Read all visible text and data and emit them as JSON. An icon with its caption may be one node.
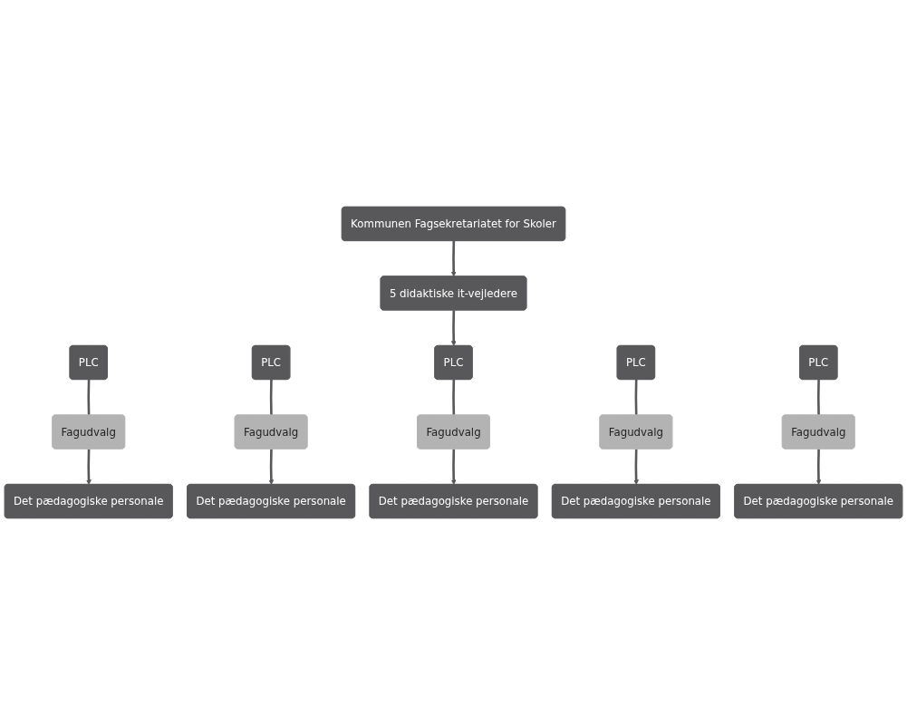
{
  "diagram": {
    "nodes": [
      {
        "text": [
          "Kommunen Fagsekretariatet for Skoler"
        ]
      },
      {
        "text": [
          "5 didaktiske it-vejledere"
        ]
      },
      {
        "text": [
          "PLC"
        ]
      },
      {
        "text": [
          "PLC"
        ]
      },
      {
        "text": [
          "PLC"
        ]
      },
      {
        "text": [
          "PLC"
        ]
      },
      {
        "text": [
          "PLC"
        ]
      },
      {
        "text": [
          "Fagudvalg"
        ]
      },
      {
        "text": [
          "Fagudvalg"
        ]
      },
      {
        "text": [
          "Fagudvalg"
        ]
      },
      {
        "text": [
          "Fagudvalg"
        ]
      },
      {
        "text": [
          "Fagudvalg"
        ]
      },
      {
        "text": [
          "Det pædagogiske personale"
        ]
      },
      {
        "text": [
          "Det pædagogiske personale"
        ]
      },
      {
        "text": [
          "Det pædagogiske personale"
        ]
      },
      {
        "text": [
          "Det pædagogiske personale"
        ]
      },
      {
        "text": [
          "Det pædagogiske personale"
        ]
      }
    ],
    "edges": [
      {
        "from": 0,
        "to": 1,
        "arrow": "to"
      },
      {
        "from": 1,
        "to": 4,
        "arrow": "to"
      },
      {
        "from": 2,
        "to": 7,
        "arrow": "none"
      },
      {
        "from": 7,
        "to": 12,
        "arrow": "to"
      },
      {
        "from": 3,
        "to": 8,
        "arrow": "none"
      },
      {
        "from": 8,
        "to": 13,
        "arrow": "to"
      },
      {
        "from": 4,
        "to": 9,
        "arrow": "none"
      },
      {
        "from": 9,
        "to": 14,
        "arrow": "to"
      },
      {
        "from": 5,
        "to": 10,
        "arrow": "none"
      },
      {
        "from": 10,
        "to": 15,
        "arrow": "to"
      },
      {
        "from": 6,
        "to": 11,
        "arrow": "none"
      },
      {
        "from": 11,
        "to": 16,
        "arrow": "to"
      }
    ]
  }
}
